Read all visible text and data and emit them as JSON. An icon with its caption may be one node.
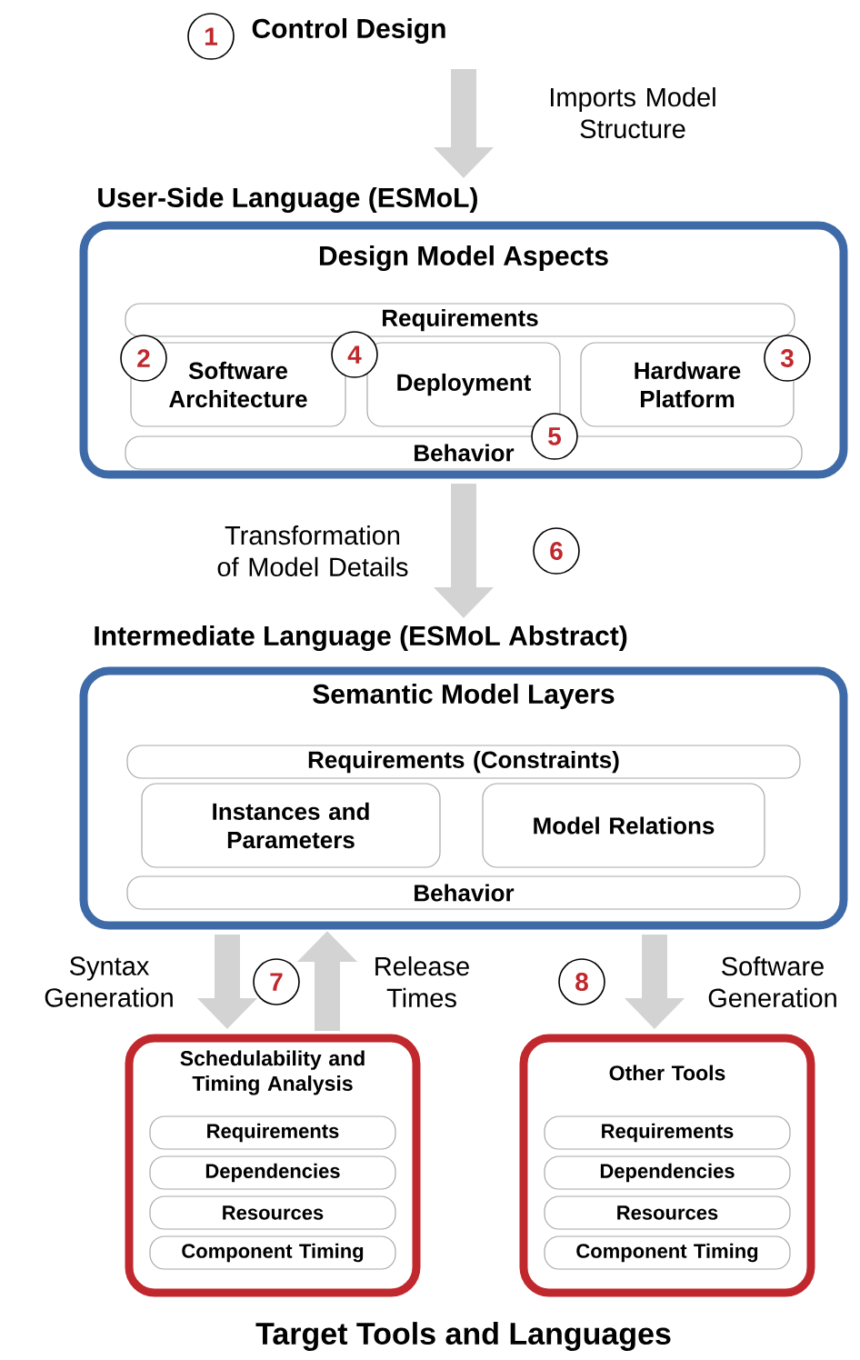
{
  "diagram": {
    "nodes": [
      {
        "text": [
          "Control Design"
        ]
      },
      {
        "text": [
          "User-Side Language (ESMoL)",
          "Design Model Aspects"
        ]
      },
      {
        "text": [
          "Requirements"
        ],
        "in": 1
      },
      {
        "text": [
          "Software Architecture"
        ],
        "in": 1
      },
      {
        "text": [
          "Deployment"
        ],
        "in": 1
      },
      {
        "text": [
          "Hardware Platform"
        ],
        "in": 1
      },
      {
        "text": [
          "Behavior"
        ],
        "in": 1
      },
      {
        "text": [
          "Intermediate Language (ESMoL Abstract)",
          "Semantic Model Layers"
        ]
      },
      {
        "text": [
          "Requirements (Constraints)"
        ],
        "in": 7
      },
      {
        "text": [
          "Instances and Parameters"
        ],
        "in": 7
      },
      {
        "text": [
          "Model Relations"
        ],
        "in": 7
      },
      {
        "text": [
          "Behavior"
        ],
        "in": 7
      },
      {
        "text": [
          "Schedulability and Timing Analysis"
        ]
      },
      {
        "text": [
          "Requirements"
        ],
        "in": 12
      },
      {
        "text": [
          "Dependencies"
        ],
        "in": 12
      },
      {
        "text": [
          "Resources"
        ],
        "in": 12
      },
      {
        "text": [
          "Component Timing"
        ],
        "in": 12
      },
      {
        "text": [
          "Other Tools"
        ]
      },
      {
        "text": [
          "Requirements"
        ],
        "in": 17
      },
      {
        "text": [
          "Dependencies"
        ],
        "in": 17
      },
      {
        "text": [
          "Resources"
        ],
        "in": 17
      },
      {
        "text": [
          "Component Timing"
        ],
        "in": 17
      },
      {
        "text": [
          "1"
        ]
      },
      {
        "text": [
          "2"
        ],
        "in": 1
      },
      {
        "text": [
          "4"
        ],
        "in": 1
      },
      {
        "text": [
          "3"
        ],
        "in": 1
      },
      {
        "text": [
          "5"
        ],
        "in": 1
      },
      {
        "text": [
          "6"
        ]
      },
      {
        "text": [
          "7"
        ]
      },
      {
        "text": [
          "8"
        ]
      }
    ],
    "edges": [
      {
        "from": 0,
        "to": 1,
        "arrow": "to",
        "label": "Imports Model Structure"
      },
      {
        "from": 1,
        "to": 7,
        "arrow": "to",
        "label": "Transformation of Model Details"
      },
      {
        "from": 7,
        "to": 12,
        "arrow": "to",
        "label": "Syntax Generation"
      },
      {
        "from": 12,
        "to": 7,
        "arrow": "to",
        "label": "Release Times"
      },
      {
        "from": 7,
        "to": 17,
        "arrow": "to",
        "label": "Software Generation"
      }
    ],
    "labels": [
      "Target Tools and Languages"
    ]
  }
}
